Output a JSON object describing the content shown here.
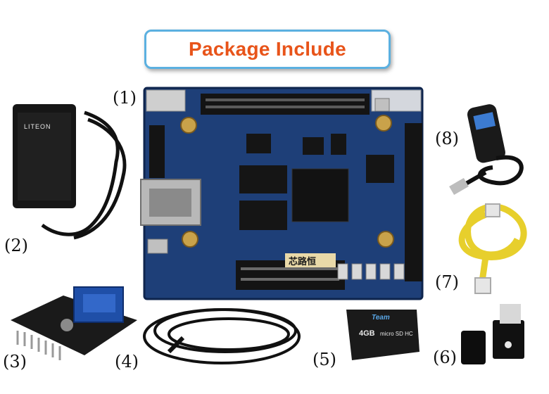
{
  "title": "Package Include",
  "items": [
    {
      "label": "(1)",
      "name": "fpga-development-board"
    },
    {
      "label": "(2)",
      "name": "power-adapter"
    },
    {
      "label": "(3)",
      "name": "vga-expansion-module"
    },
    {
      "label": "(4)",
      "name": "usb-cable"
    },
    {
      "label": "(5)",
      "name": "micro-sd-card"
    },
    {
      "label": "(6)",
      "name": "card-reader"
    },
    {
      "label": "(7)",
      "name": "ethernet-cable"
    },
    {
      "label": "(8)",
      "name": "usb-extension-cable"
    }
  ],
  "adapter_brand": "LITEON",
  "sd_card": {
    "brand": "Team",
    "capacity": "4GB",
    "type": "micro SD HC"
  },
  "board_marking": "芯路恒"
}
